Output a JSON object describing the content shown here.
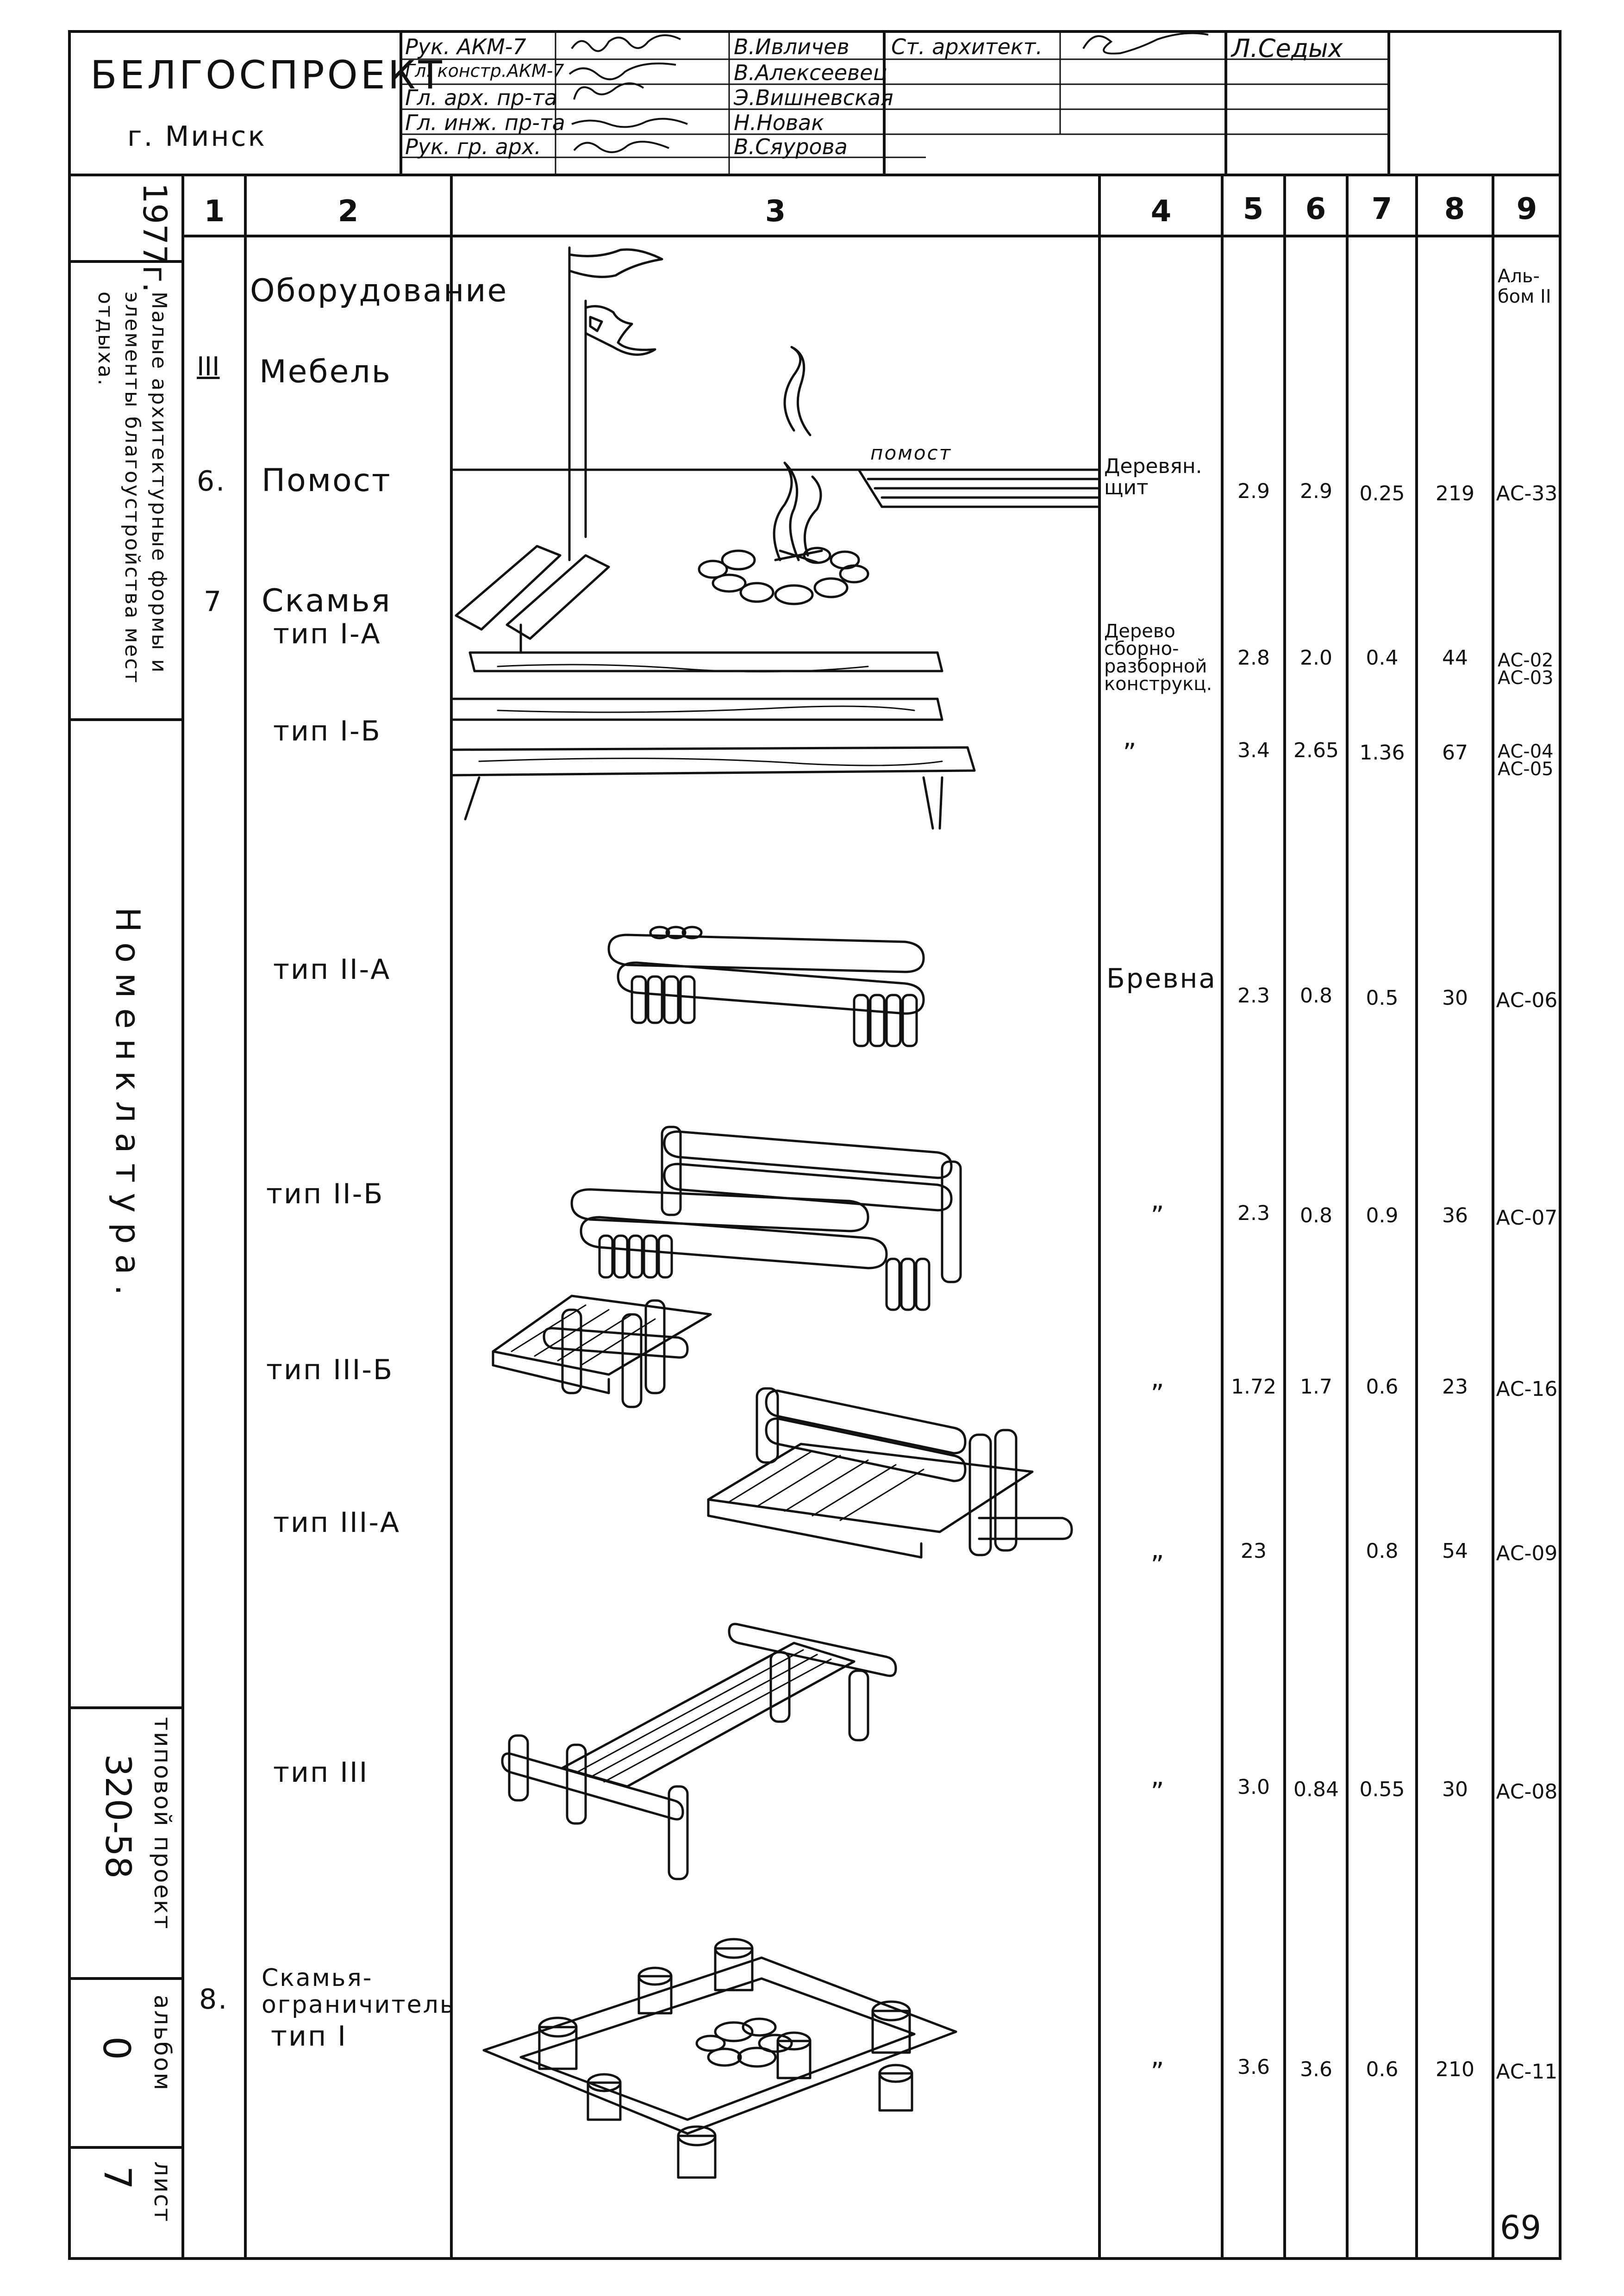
{
  "title_block": {
    "org": "БЕЛГОСПРОЕКТ",
    "city": "г. Минск",
    "roles": [
      "Рук. АКМ-7",
      "Гл. констр.АКМ-7",
      "Гл. арх. пр-та",
      "Гл. инж. пр-та",
      "Рук. гр. арх."
    ],
    "names": [
      "В.Ивличев",
      "В.Алексеевец",
      "Э.Вишневская",
      "Н.Новак",
      "В.Сяурова"
    ],
    "arch_role": "Ст. архитект.",
    "arch_name": "Л.Седых"
  },
  "side": {
    "year": "1977г.",
    "subject": "Малые архитектурные формы и элементы благоустройства мест отдыха.",
    "nomenclature": "Номенклатура.",
    "project_label": "типовой проект",
    "project_no": "320-58",
    "album_label": "альбом",
    "album_no": "0",
    "sheet_label": "лист",
    "sheet_no": "7"
  },
  "columns": [
    "1",
    "2",
    "3",
    "4",
    "5",
    "6",
    "7",
    "8",
    "9"
  ],
  "section": {
    "label": "Оборудование",
    "roman": "III",
    "subtitle": "Мебель",
    "album_note": "Аль-бом II"
  },
  "rows": [
    {
      "n": "6.",
      "name": "Помост",
      "material": "Деревян. щит",
      "c5": "2.9",
      "c6": "2.9",
      "c7": "0.25",
      "c8": "219",
      "c9": "АС-33"
    },
    {
      "n": "7",
      "name": "Скамья",
      "type": "тип I-А",
      "material": "Дерево сборно-разборной конструкц.",
      "c5": "2.8",
      "c6": "2.0",
      "c7": "0.4",
      "c8": "44",
      "c9": "АС-02 АС-03"
    },
    {
      "n": "",
      "name": "",
      "type": "тип I-Б",
      "material": "”",
      "c5": "3.4",
      "c6": "2.65",
      "c7": "1.36",
      "c8": "67",
      "c9": "АС-04 АС-05"
    },
    {
      "n": "",
      "name": "",
      "type": "тип II-А",
      "material": "Бревна",
      "c5": "2.3",
      "c6": "0.8",
      "c7": "0.5",
      "c8": "30",
      "c9": "АС-06"
    },
    {
      "n": "",
      "name": "",
      "type": "тип II-Б",
      "material": "”",
      "c5": "2.3",
      "c6": "0.8",
      "c7": "0.9",
      "c8": "36",
      "c9": "АС-07"
    },
    {
      "n": "",
      "name": "",
      "type": "тип III-Б",
      "material": "”",
      "c5": "1.72",
      "c6": "1.7",
      "c7": "0.6",
      "c8": "23",
      "c9": "АС-16"
    },
    {
      "n": "",
      "name": "",
      "type": "тип III-А",
      "material": "”",
      "c5": "23",
      "c6": "",
      "c7": "0.8",
      "c8": "54",
      "c9": "АС-09"
    },
    {
      "n": "",
      "name": "",
      "type": "тип III",
      "material": "”",
      "c5": "3.0",
      "c6": "0.84",
      "c7": "0.55",
      "c8": "30",
      "c9": "АС-08"
    },
    {
      "n": "8.",
      "name": "Скамья-ограничитель",
      "type": "тип I",
      "material": "”",
      "c5": "3.6",
      "c6": "3.6",
      "c7": "0.6",
      "c8": "210",
      "c9": "АС-11"
    }
  ],
  "illustration": {
    "pomost_label": "помост"
  },
  "page_number": "69"
}
